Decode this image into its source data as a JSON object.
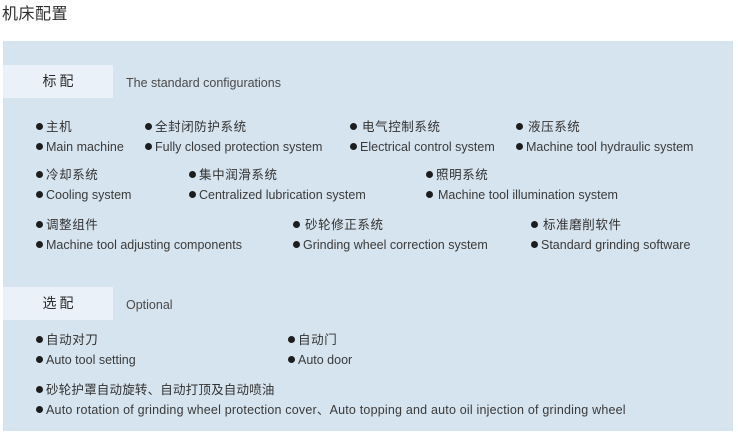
{
  "page": {
    "title": "机床配置"
  },
  "colors": {
    "panel_background": "#d6e4ef",
    "tab_background": "#eaf1f8",
    "text": "#313131",
    "bullet": "#1d1d1d"
  },
  "sections": [
    {
      "tab_label": "标配",
      "subtitle": "The standard configurations",
      "rows": [
        {
          "items": [
            {
              "cn": "主机",
              "en": "Main machine"
            },
            {
              "cn": "全封闭防护系统",
              "en": "Fully closed protection system"
            },
            {
              "cn": "电气控制系统",
              "en": "Electrical control system"
            },
            {
              "cn": "液压系统",
              "en": "Machine tool hydraulic system"
            }
          ]
        },
        {
          "items": [
            {
              "cn": "冷却系统",
              "en": "Cooling system"
            },
            {
              "cn": "集中润滑系统",
              "en": "Centralized lubrication system"
            },
            {
              "cn": "照明系统",
              "en": "Machine tool illumination system"
            }
          ]
        },
        {
          "items": [
            {
              "cn": "调整组件",
              "en": "Machine tool adjusting components"
            },
            {
              "cn": "砂轮修正系统",
              "en": "Grinding wheel correction system"
            },
            {
              "cn": "标准磨削软件",
              "en": "Standard grinding software"
            }
          ]
        }
      ]
    },
    {
      "tab_label": "选配",
      "subtitle": "Optional",
      "rows": [
        {
          "items": [
            {
              "cn": "自动对刀",
              "en": "Auto tool setting"
            },
            {
              "cn": "自动门",
              "en": "Auto door"
            }
          ]
        },
        {
          "items": [
            {
              "cn": "砂轮护罩自动旋转、自动打顶及自动喷油",
              "en": "Auto rotation of grinding wheel protection cover、Auto topping and auto oil injection of grinding wheel"
            }
          ]
        }
      ]
    }
  ]
}
